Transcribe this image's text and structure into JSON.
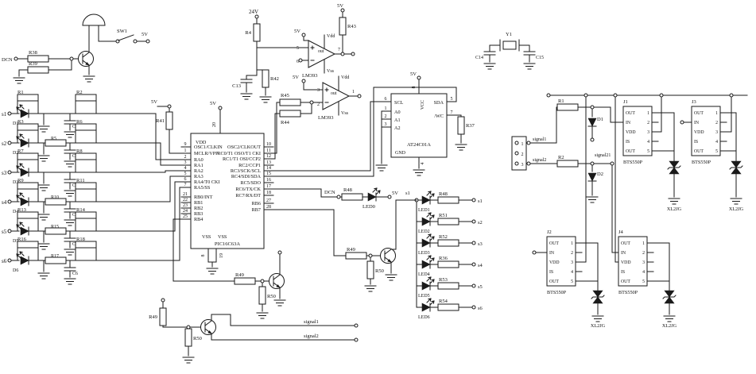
{
  "palette": {
    "ink": "#1a1a1a",
    "bg": "#ffffff"
  },
  "buzzer": {
    "dcn": "DCN",
    "r38": "R38",
    "r39": "R39",
    "sw": "SW1",
    "v5": "5V"
  },
  "channels": [
    {
      "s": "s1",
      "d": "D1",
      "rl": "R1",
      "rr": "R2",
      "c": "C1"
    },
    {
      "s": "s2",
      "d": "D2",
      "rl": "R3",
      "rr": "R6",
      "rx": "R5",
      "c": "C2"
    },
    {
      "s": "s3",
      "d": "D3",
      "rl": "R7",
      "rr": "R8",
      "c": "C3"
    },
    {
      "s": "s4",
      "d": "D4",
      "rl": "R9",
      "rr": "R11",
      "rx": "R10",
      "c": "C4"
    },
    {
      "s": "s5",
      "d": "D5",
      "rl": "R13",
      "rr": "R14",
      "rx": "R15",
      "c": "C5"
    },
    {
      "s": "s6",
      "d": "D6",
      "rl": "R16",
      "rr": "R18",
      "rx": "R17",
      "c": "C6"
    }
  ],
  "mcu": {
    "name": "PIC16C63A",
    "vdd": "VDD",
    "vdd_pin": "20",
    "vdd_v5": "5V",
    "vss_a": "VSS",
    "vss_b": "VSS",
    "vss_pin_a": "8",
    "vss_pin_b": "19",
    "pullup_v5": "5V",
    "pullup_r": "R41",
    "left_pins": [
      {
        "n": "9",
        "l": "OSC1/CLKIN"
      },
      {
        "n": "1",
        "l": "MCLR/VPP"
      },
      {
        "n": "2",
        "l": "RA0"
      },
      {
        "n": "3",
        "l": "RA1"
      },
      {
        "n": "4",
        "l": "RA2"
      },
      {
        "n": "5",
        "l": "RA3"
      },
      {
        "n": "6",
        "l": "RA4/T0 CKI"
      },
      {
        "n": "7",
        "l": "RA5/SS"
      },
      {
        "n": "21",
        "l": "RB0/INT"
      },
      {
        "n": "22",
        "l": "RB1"
      },
      {
        "n": "23",
        "l": "RB2"
      },
      {
        "n": "24",
        "l": "RB3"
      },
      {
        "n": "25",
        "l": "RB4"
      }
    ],
    "right_pins": [
      {
        "n": "10",
        "l": "OSC2/CLKOUT"
      },
      {
        "n": "11",
        "l": "RC0/T1 OSO/T1 CKI"
      },
      {
        "n": "12",
        "l": "RC1/T1 OSI/CCP2"
      },
      {
        "n": "13",
        "l": "RC2/CCP1"
      },
      {
        "n": "14",
        "l": "RC3/SCK/SCL"
      },
      {
        "n": "15",
        "l": "RC4/SDI/SDA"
      },
      {
        "n": "16",
        "l": "RC5/SDO"
      },
      {
        "n": "17",
        "l": "RC6/TX/CK"
      },
      {
        "n": "18",
        "l": "RC7/RX/DT"
      },
      {
        "n": "27",
        "l": "RB6"
      },
      {
        "n": "28",
        "l": "RB7"
      }
    ]
  },
  "supply": {
    "v24": "24V",
    "r4": "R4",
    "r42": "R42",
    "c13": "C13"
  },
  "comp_top": {
    "name": "LM393",
    "v5": "5V",
    "vdd": "Vdd",
    "vss": "Vss",
    "out": "out",
    "out_pin": "7",
    "pin_p": "5",
    "pin_m": "6"
  },
  "comp_bottom": {
    "name": "LM393",
    "v5": "5V",
    "vdd": "Vdd",
    "vss": "Vss",
    "out": "out",
    "out_pin": "1",
    "pin_p": "3",
    "pin_m": "2",
    "r44": "R44",
    "r45": "R45"
  },
  "r43": {
    "v5": "5V",
    "r": "R43"
  },
  "eeprom": {
    "name": "AT24C01A",
    "v5": "5V",
    "vcc": "VCC",
    "vcc_pin": "8",
    "gnd": "GND",
    "gnd_pin": "4",
    "r37": "R37",
    "left_pins": [
      {
        "n": "6",
        "l": "SCL"
      },
      {
        "n": "1",
        "l": "A0"
      },
      {
        "n": "2",
        "l": "A1"
      },
      {
        "n": "3",
        "l": "A2"
      }
    ],
    "right_pins": [
      {
        "n": "5",
        "l": "SDA"
      },
      {
        "n": "7",
        "l": "/WC"
      }
    ]
  },
  "crystal": {
    "ref": "Y1",
    "cl": "C14",
    "cr": "C15"
  },
  "connector": {
    "p1": "1",
    "p2": "2",
    "p3": "3",
    "signal1": "signal1",
    "signal2": "signal2",
    "tag": "signal21"
  },
  "input_net": {
    "r1": "R1",
    "r2": "R2",
    "d1": "D1",
    "d2": "D2"
  },
  "drivers": {
    "pin_labels": [
      "OUT",
      "IN",
      "VDD",
      "IS",
      "OUT"
    ],
    "pin_nums": [
      "1",
      "2",
      "3",
      "4",
      "5"
    ],
    "suppressor": "XL2JG",
    "blocks": [
      {
        "ref": "J1",
        "part": "BTS550P"
      },
      {
        "ref": "J3",
        "part": "BTS550P"
      },
      {
        "ref": "J2",
        "part": "BTS550P"
      },
      {
        "ref": "J4",
        "part": "BTS550P"
      }
    ]
  },
  "led0": {
    "dcn": "DCN",
    "r": "R48",
    "label": "LED0",
    "v5": "5V",
    "tag": "s1"
  },
  "chain": [
    {
      "r": "R48",
      "led": "LED1",
      "s": "s1"
    },
    {
      "r": "R51",
      "led": "LED2",
      "s": "s2"
    },
    {
      "r": "R52",
      "led": "LED3",
      "s": "s3"
    },
    {
      "r": "R36",
      "led": "LED4",
      "s": "s4"
    },
    {
      "r": "R53",
      "led": "LED5",
      "s": "s5"
    },
    {
      "r": "R54",
      "led": "LED6",
      "s": "s6"
    }
  ],
  "transistors": {
    "t1": {
      "rb": "R49",
      "rp": "R50"
    },
    "t2": {
      "rb": "R49",
      "rp": "R50"
    },
    "t3": {
      "rt": "R49",
      "rp": "R50"
    },
    "signal1": "signal1",
    "signal2": "signal2"
  }
}
